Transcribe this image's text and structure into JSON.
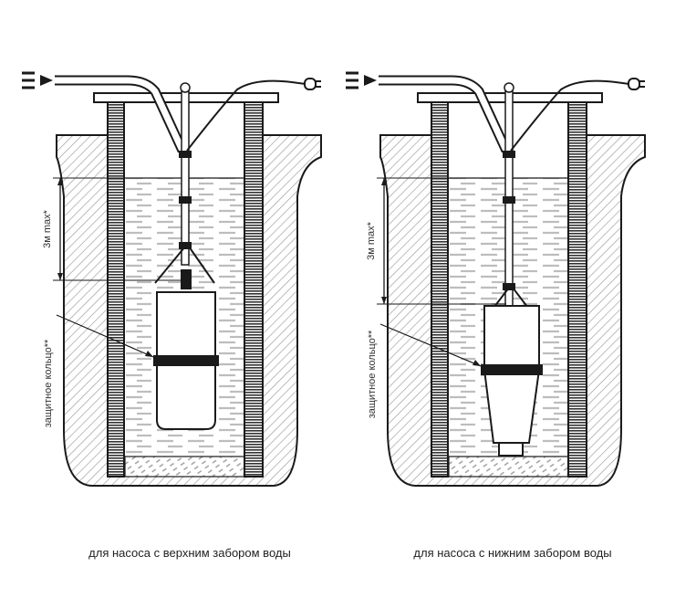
{
  "wells": [
    {
      "id": "top-intake",
      "caption": "для насоса с верхним забором воды",
      "depth_label": "3м max*",
      "ring_label": "защитное кольцо**",
      "pump_position": "high"
    },
    {
      "id": "bottom-intake",
      "caption": "для насоса с нижним забором воды",
      "depth_label": "3м max*",
      "ring_label": "защитное кольцо**",
      "pump_position": "low"
    }
  ],
  "colors": {
    "line": "#1a1a1a",
    "hatch": "#9a9a9a",
    "water": "#bdbdbd"
  }
}
